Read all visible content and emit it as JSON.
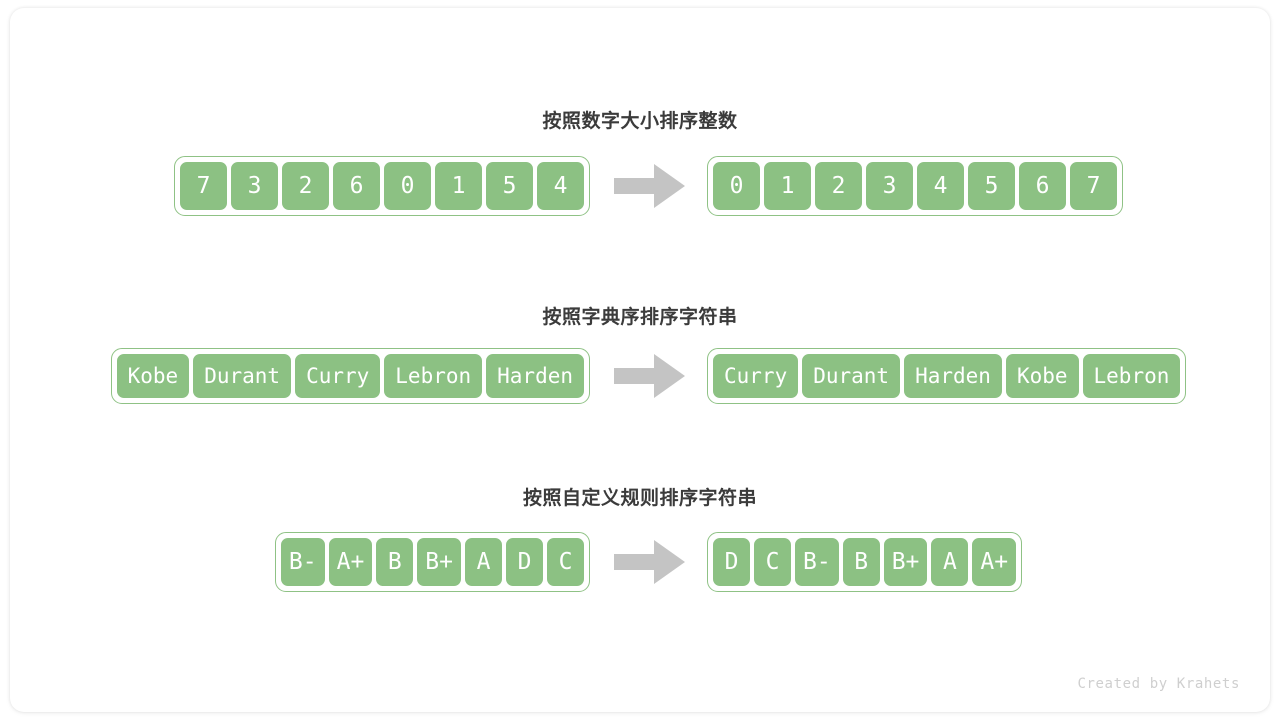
{
  "footer": {
    "credit": "Created by Krahets"
  },
  "colors": {
    "cell_fill": "#8cc183",
    "cell_border": "#ffffff",
    "array_border": "#8fc285",
    "arrow": "#c4c4c4",
    "title_text": "#3b3b3b",
    "cell_text": "#ffffff",
    "footer_text": "#cfcfcf",
    "card_background": "#ffffff"
  },
  "sections": [
    {
      "id": "sort-integers",
      "title": "按照数字大小排序整数",
      "kind": "num",
      "input": [
        "7",
        "3",
        "2",
        "6",
        "0",
        "1",
        "5",
        "4"
      ],
      "output": [
        "0",
        "1",
        "2",
        "3",
        "4",
        "5",
        "6",
        "7"
      ],
      "arrow": "right-arrow-icon"
    },
    {
      "id": "sort-strings-lexicographic",
      "title": "按照字典序排序字符串",
      "kind": "str",
      "input": [
        "Kobe",
        "Durant",
        "Curry",
        "Lebron",
        "Harden"
      ],
      "output": [
        "Curry",
        "Durant",
        "Harden",
        "Kobe",
        "Lebron"
      ],
      "arrow": "right-arrow-icon"
    },
    {
      "id": "sort-strings-custom-rule",
      "title": "按照自定义规则排序字符串",
      "kind": "grade",
      "input": [
        "B-",
        "A+",
        "B",
        "B+",
        "A",
        "D",
        "C"
      ],
      "output": [
        "D",
        "C",
        "B-",
        "B",
        "B+",
        "A",
        "A+"
      ],
      "arrow": "right-arrow-icon"
    }
  ]
}
